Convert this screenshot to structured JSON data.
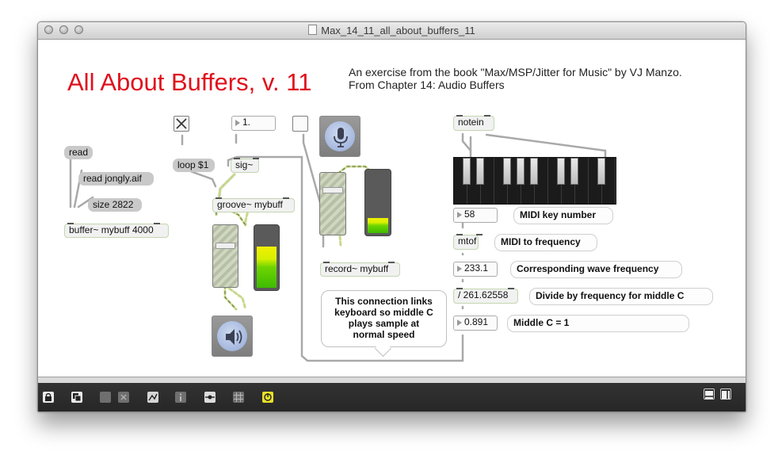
{
  "window": {
    "title": "Max_14_11_all_about_buffers_11"
  },
  "header": {
    "title": "All About Buffers, v. 11",
    "subtitle_line1": "An exercise from the book \"Max/MSP/Jitter for Music\" by VJ Manzo.",
    "subtitle_line2": "From Chapter 14: Audio Buffers"
  },
  "objects": {
    "read_msg": "read",
    "read_file_msg": "read jongly.aif",
    "size_msg": "size 2822",
    "buffer_obj": "buffer~ mybuff 4000",
    "loop_msg": "loop $1",
    "sig_obj": "sig~",
    "sig_number": "1.",
    "groove_obj": "groove~ mybuff",
    "record_obj": "record~ mybuff",
    "notein_obj": "notein",
    "mtof_obj": "mtof",
    "divide_obj": "/ 261.62558",
    "key_number": "58",
    "wave_freq": "233.1",
    "ratio_value": "0.891"
  },
  "comments": {
    "midi_key": "MIDI key number",
    "midi_to_freq": "MIDI to frequency",
    "wave_freq": "Corresponding wave frequency",
    "divide": "Divide by frequency for middle C",
    "middle_c": "Middle C = 1",
    "bubble_line1": "This connection links",
    "bubble_line2": "keyboard so middle C",
    "bubble_line3": "plays sample at",
    "bubble_line4": "normal speed"
  },
  "ui_state": {
    "loop_toggle_on": true,
    "groove_meter_level": 0.55,
    "record_meter_level": 0.22,
    "groove_slider_level": 0.72,
    "record_slider_level": 0.76
  },
  "icons": {
    "microphone": "microphone-icon",
    "speaker": "speaker-icon"
  },
  "colors": {
    "title_red": "#e0101c",
    "patch_cord_green": "#b8d36a",
    "object_border_green": "#c3d6b2",
    "meter_green": "#3dbb00",
    "meter_yellow": "#f0f000"
  }
}
